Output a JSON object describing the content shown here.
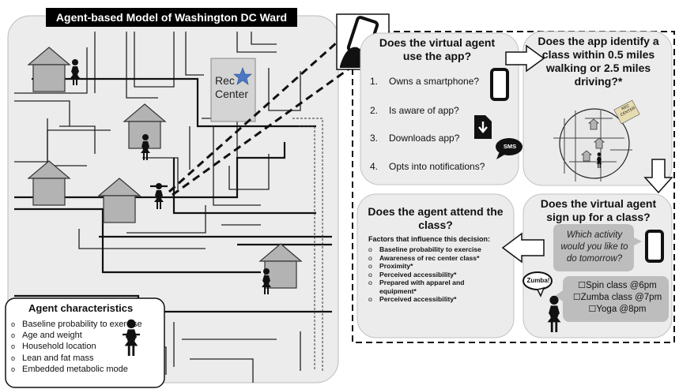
{
  "map": {
    "title": "Agent-based Model of Washington DC Ward",
    "rec_center_line1": "Rec",
    "rec_center_line2": "Center"
  },
  "app_panel": {
    "title": "Does the virtual agent use the app?",
    "steps": [
      {
        "num": "1.",
        "text": "Owns a smartphone?"
      },
      {
        "num": "2.",
        "text": "Is aware of app?"
      },
      {
        "num": "3.",
        "text": "Downloads app?"
      },
      {
        "num": "4.",
        "text": "Opts into notifications?"
      }
    ],
    "sms_badge": "SMS"
  },
  "identify_panel": {
    "title": "Does the app identify a class within 0.5 miles walking or 2.5 miles driving?*",
    "map_sign": "REC CENTER"
  },
  "signup_panel": {
    "title": "Does the virtual agent sign up for a class?",
    "question": "Which activity would you like to do tomorrow?",
    "speech": "Zumba!",
    "options": [
      "Spin class @6pm",
      "Zumba class @7pm",
      "Yoga @8pm"
    ]
  },
  "attend_panel": {
    "title": "Does the agent attend the class?",
    "factors_heading": "Factors that influence this decision:",
    "factors": [
      "Baseline probability to exercise",
      "Awareness of rec center class*",
      "Proximity*",
      "Perceived accessibility*",
      "Prepared with apparel and equipment*",
      "Perceived accessibility*"
    ]
  },
  "characteristics": {
    "title": "Agent characteristics",
    "items": [
      "Baseline probability  to exercise",
      "Age and weight",
      "Household location",
      "Lean and fat mass",
      "Embedded metabolic mode"
    ]
  },
  "colors": {
    "panel_fill": "#ececec",
    "house_fill": "#b3b3b3",
    "rec_fill": "#d4d4d4",
    "star": "#4a78c4",
    "option_box": "#bdbdbd"
  },
  "icons": {
    "hand_phone": "hand-holding-phone-icon",
    "phone": "smartphone-icon",
    "download": "download-file-icon",
    "sms": "sms-bubble-icon",
    "person": "person-icon",
    "star": "star-icon",
    "arrow": "outline-arrow-icon"
  }
}
